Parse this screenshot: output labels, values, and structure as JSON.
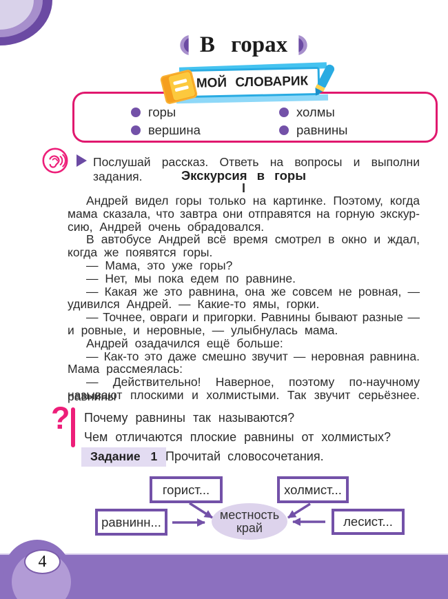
{
  "page": {
    "number": "4"
  },
  "header": {
    "title": "В  горах"
  },
  "vocabulary": {
    "title": "МОЙ СЛОВАРИК",
    "columns": [
      [
        "горы",
        "вершина"
      ],
      [
        "холмы",
        "равнины"
      ]
    ]
  },
  "listening": {
    "instruction": "Послушай рассказ. Ответь на вопросы и выполни задания."
  },
  "story": {
    "title": "Экскурсия в горы",
    "part_number": "I",
    "lines": [
      "Андрей видел горы только на картинке. Поэтому, когда",
      "мама сказала, что завтра они отправятся на горную экскур-",
      "сию, Андрей очень обрадовался.",
      "В автобусе Андрей всё время смотрел в окно и ждал,",
      "когда же появятся горы.",
      "— Мама, это уже горы?",
      "— Нет, мы пока едем по равнине.",
      "— Какая же это равнина, она же совсем не ровная, —",
      "удивился Андрей. — Какие-то ямы, горки.",
      "— Точнее, овраги и пригорки. Равнины бывают разные —",
      "и ровные, и неровные, — улыбнулась мама.",
      "Андрей озадачился ещё больше:",
      "— Как-то это даже смешно звучит — неровная равнина.",
      "Мама рассмеялась:",
      "— Действительно! Наверное, поэтому по-научному равнины",
      "называют плоскими и холмистыми. Так звучит серьёзнее."
    ]
  },
  "questions": {
    "lines": [
      "Почему равнины так называются?",
      "Чем отличаются плоские равнины от холмистых?"
    ]
  },
  "task": {
    "badge": "Задание 1",
    "instruction": "Прочитай словосочетания."
  },
  "diagram": {
    "boxes": [
      {
        "label": "горист..."
      },
      {
        "label": "холмист..."
      },
      {
        "label": "равнинн..."
      },
      {
        "label": "лесист..."
      }
    ],
    "center": {
      "line1": "местность",
      "line2": "край"
    }
  },
  "colors": {
    "accent_pink": "#e0186e",
    "accent_magenta": "#ed1e79",
    "accent_purple_dark": "#7351a8",
    "accent_purple_mid": "#8c70bf",
    "accent_purple_light": "#b29bd6",
    "accent_purple_pale": "#ddd3ec",
    "accent_blue": "#29abe2",
    "notebook_yellow": "#f9b233"
  }
}
